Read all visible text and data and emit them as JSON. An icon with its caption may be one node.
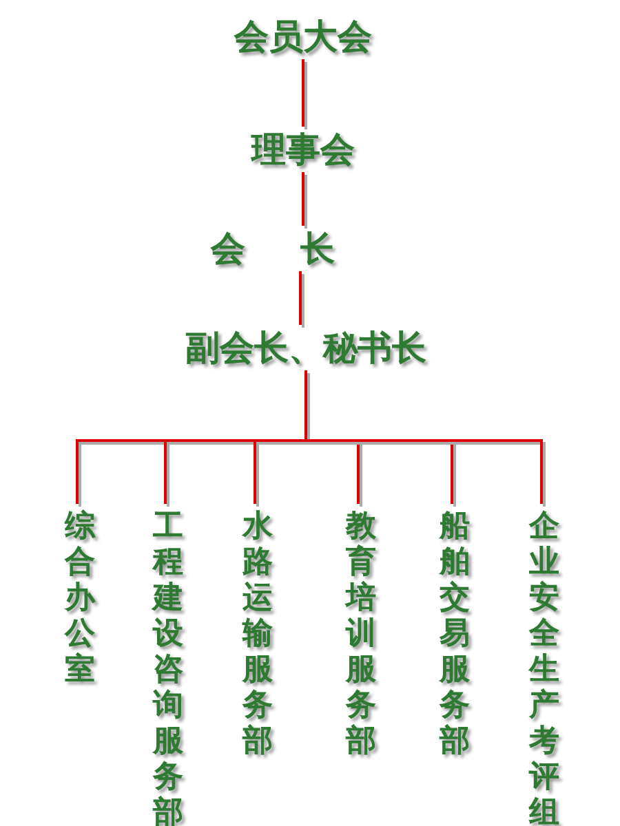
{
  "diagram": {
    "nodes": [
      {
        "text": [
          "会员大会"
        ]
      },
      {
        "text": [
          "理事会"
        ]
      },
      {
        "text": [
          "会长"
        ]
      },
      {
        "text": [
          "副会长、秘书长"
        ]
      },
      {
        "text": [
          "综合办公室"
        ]
      },
      {
        "text": [
          "工程建设咨询服务部"
        ]
      },
      {
        "text": [
          "水路运输服务部"
        ]
      },
      {
        "text": [
          "教育培训服务部"
        ]
      },
      {
        "text": [
          "船舶交易服务部"
        ]
      },
      {
        "text": [
          "企业安全生产考评组"
        ]
      }
    ],
    "edges": [
      {
        "from": 0,
        "to": 1,
        "arrow": "none"
      },
      {
        "from": 1,
        "to": 2,
        "arrow": "none"
      },
      {
        "from": 2,
        "to": 3,
        "arrow": "none"
      },
      {
        "from": 3,
        "to": 4,
        "arrow": "none"
      },
      {
        "from": 3,
        "to": 5,
        "arrow": "none"
      },
      {
        "from": 3,
        "to": 6,
        "arrow": "none"
      },
      {
        "from": 3,
        "to": 7,
        "arrow": "none"
      },
      {
        "from": 3,
        "to": 8,
        "arrow": "none"
      },
      {
        "from": 3,
        "to": 9,
        "arrow": "none"
      }
    ]
  }
}
